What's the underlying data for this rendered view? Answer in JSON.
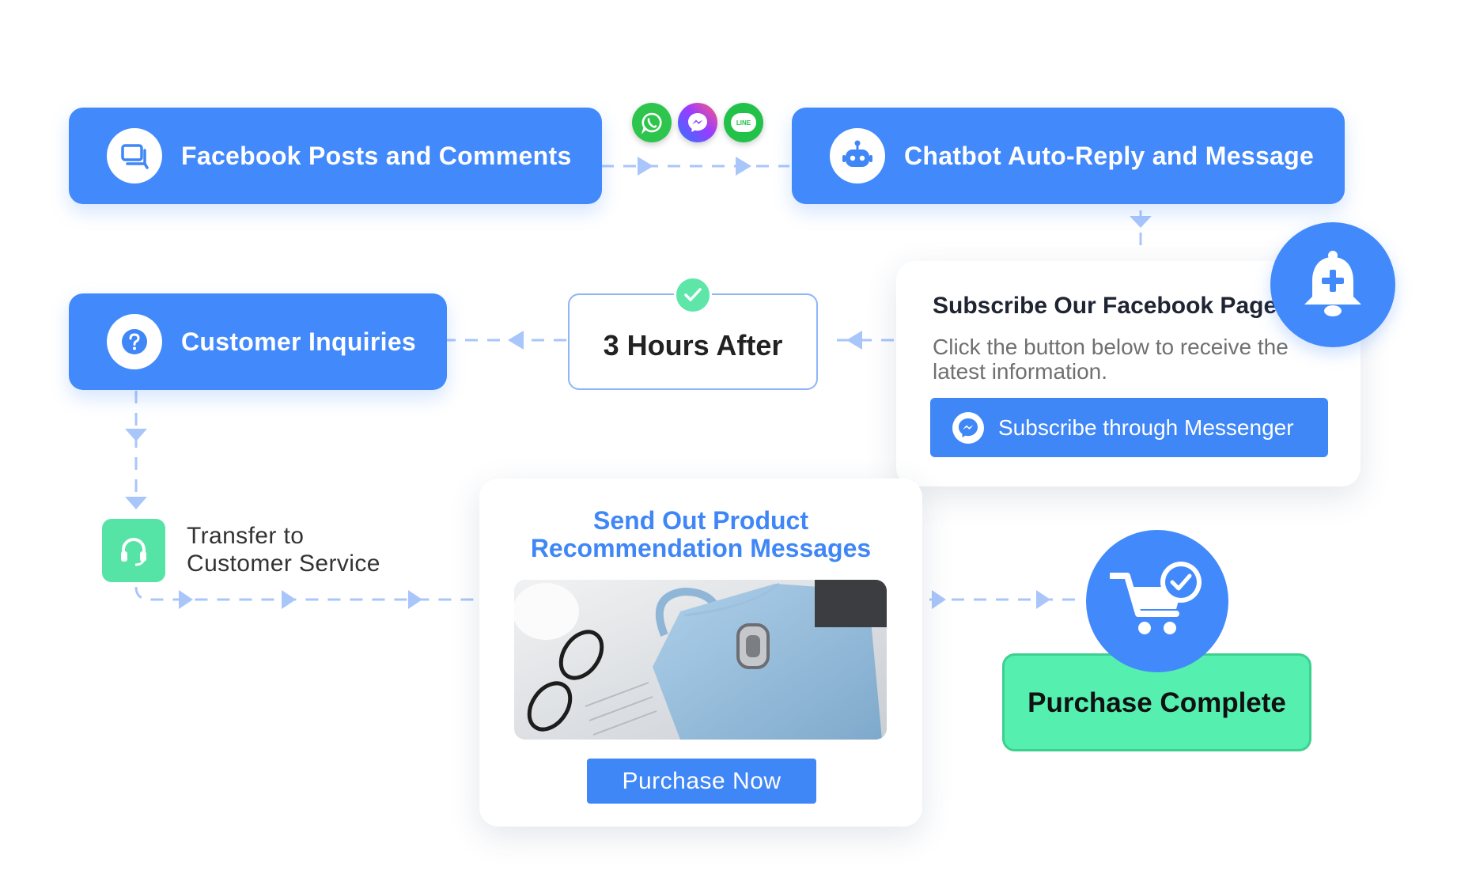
{
  "nodes": {
    "facebook_posts": {
      "label": "Facebook Posts and Comments",
      "icon": "chat-bubble-icon"
    },
    "chatbot": {
      "label": "Chatbot Auto-Reply and Message",
      "icon": "robot-icon"
    },
    "channels": [
      "whatsapp-icon",
      "messenger-icon",
      "line-icon"
    ],
    "line_badge_text": "LINE",
    "subscribe_card": {
      "title": "Subscribe Our Facebook Page",
      "description": "Click the button below to receive the latest information.",
      "button_label": "Subscribe through Messenger",
      "icon": "bell-plus-icon"
    },
    "wait": {
      "label": "3 Hours After",
      "icon": "check-icon"
    },
    "customer_inquiries": {
      "label": "Customer Inquiries",
      "icon": "question-icon"
    },
    "customer_service": {
      "label": "Transfer to Customer Service",
      "icon": "headset-icon"
    },
    "recommendation": {
      "title": "Send Out Product Recommendation Messages",
      "image": "blue-handbag-photo",
      "button_label": "Purchase Now"
    },
    "purchase": {
      "label": "Purchase Complete",
      "icon": "cart-check-icon"
    }
  },
  "colors": {
    "primary": "#4289fb",
    "accent_green": "#55efb0",
    "connector": "#a9c6fb",
    "title_blue": "#3f86f7",
    "whatsapp": "#2ec54d",
    "line": "#22c24a"
  }
}
